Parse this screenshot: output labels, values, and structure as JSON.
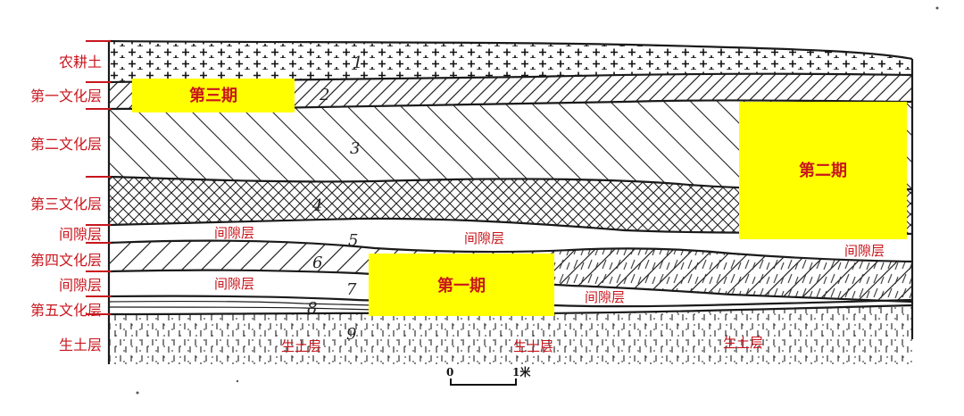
{
  "left_labels": [
    "农耕土",
    "第一文化层",
    "第二文化层",
    "第三文化层",
    "间隙层",
    "第四文化层",
    "间隙层",
    "第五文化层",
    "生土层"
  ],
  "layer_numbers": [
    "1",
    "2",
    "3",
    "4",
    "5",
    "6",
    "7",
    "8",
    "9"
  ],
  "gap_labels": {
    "gap5_left": "间隙层",
    "gap5_mid": "间隙层",
    "gap5_right": "间隙层",
    "gap7_left": "间隙层",
    "gap7_right": "间隙层"
  },
  "soil_labels": [
    "生土层",
    "生土层",
    "生土层"
  ],
  "phases": {
    "phase3": "第三期",
    "phase2": "第二期",
    "phase1": "第一期"
  },
  "scale": {
    "zero": "0",
    "one": "1米"
  },
  "colors": {
    "label_red": "#c8161d",
    "highlight_yellow": "#ffff00",
    "line_black": "#222222"
  }
}
